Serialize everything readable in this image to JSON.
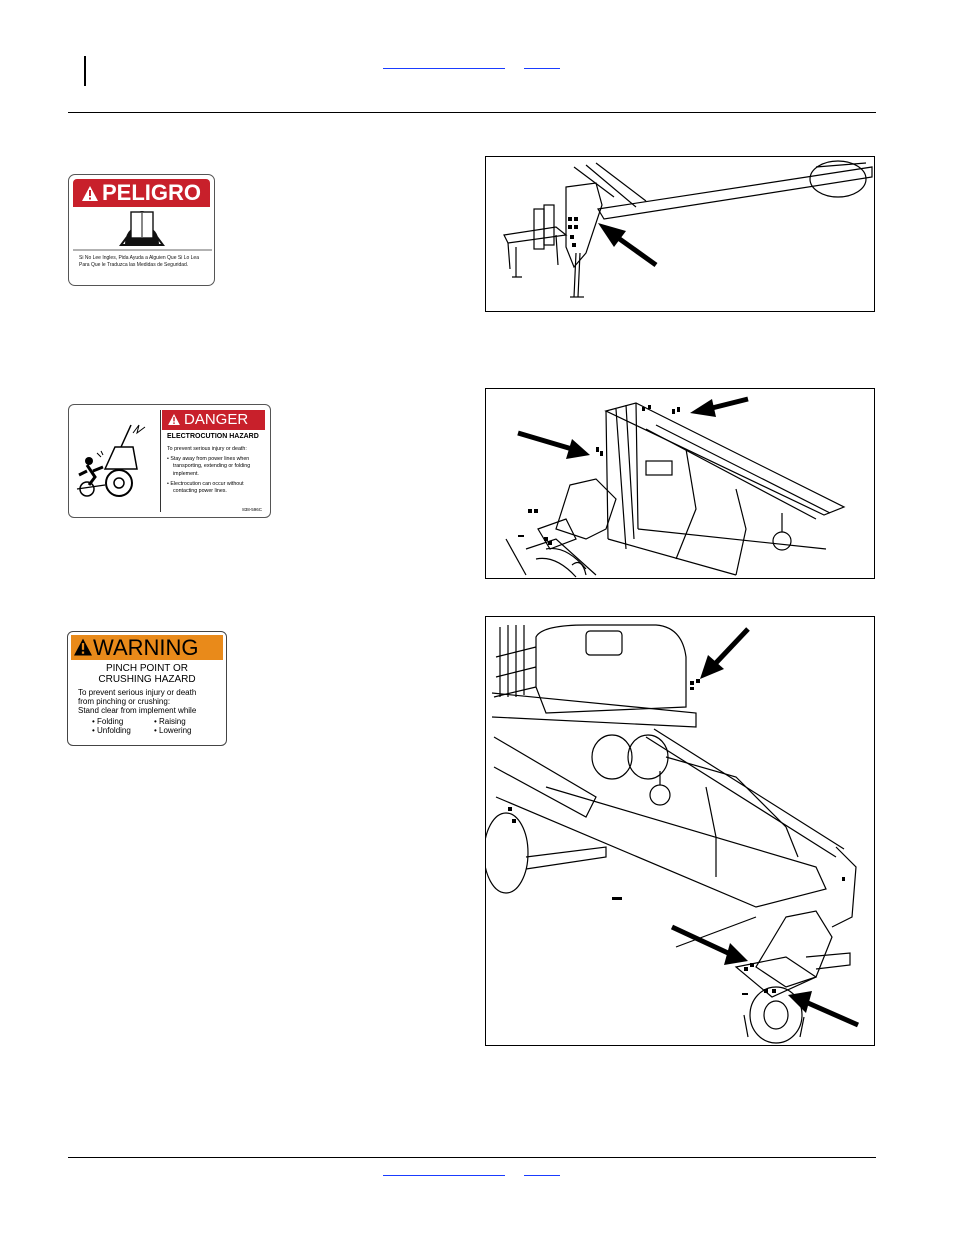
{
  "header": {
    "link_primary": "",
    "link_secondary": ""
  },
  "footer": {
    "link_primary": "",
    "link_secondary": ""
  },
  "decals": {
    "peligro": {
      "title": "PELIGRO",
      "text": "Si No Lee Ingles, Pida Ayuda a Alguien Que Si Lo Lea Para Que le Traduzca las Medidas de Seguridad.",
      "code": "",
      "color": "#c8202b"
    },
    "danger": {
      "title": "DANGER",
      "hazard": "ELECTROCUTION HAZARD",
      "lead": "To prevent serious injury or death:",
      "bullet_1": "Stay away from power lines when transporting, extending or folding implement.",
      "bullet_2": "Electrocution can occur without contacting power lines.",
      "code": "838-596C",
      "color": "#c8202b"
    },
    "warning": {
      "title": "WARNING",
      "hazard_line_1": "PINCH POINT OR",
      "hazard_line_2": "CRUSHING HAZARD",
      "body_1": "To prevent serious injury or death",
      "body_2": "from pinching or crushing:",
      "body_3": "Stand clear from implement while",
      "item_1": "• Folding",
      "item_2": "• Raising",
      "item_3": "• Unfolding",
      "item_4": "• Lowering",
      "code": "",
      "color": "#e98a1a"
    }
  },
  "figures": [
    {
      "name": "hitch-decal-location",
      "arrows": 1
    },
    {
      "name": "wing-decal-locations",
      "arrows": 2
    },
    {
      "name": "folded-wing-decal-locations",
      "arrows": 3
    }
  ]
}
